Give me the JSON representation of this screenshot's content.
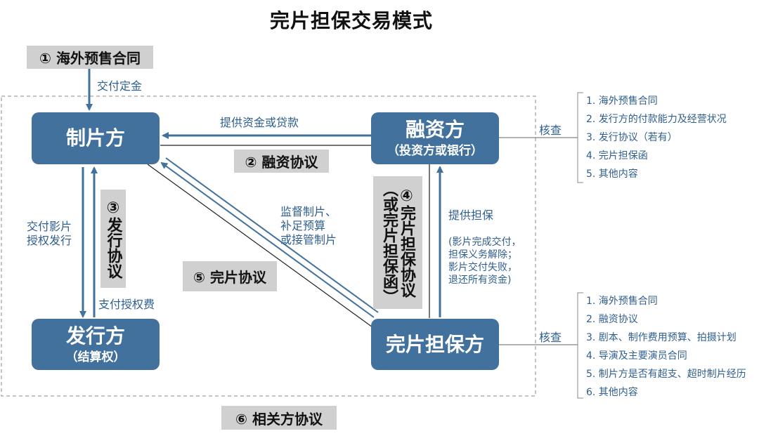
{
  "title": "完片担保交易模式",
  "nodes": {
    "producer": "制片方",
    "financier": "融资方",
    "financier_sub": "（投资方或银行）",
    "distributor": "发行方",
    "distributor_sub": "（结算权）",
    "guarantor": "完片担保方"
  },
  "agreements": {
    "a1": "① 海外预售合同",
    "a2": "② 融资协议",
    "a3": "③发行协议",
    "a4": "④完片担保协议（或完片担保函）",
    "a5": "⑤ 完片协议",
    "a6": "⑥ 相关方协议"
  },
  "flows": {
    "deposit": "交付定金",
    "provide_funds": "提供资金或贷款",
    "deliver_line1": "交付影片",
    "deliver_line2": "授权发行",
    "license_fee": "支付授权费",
    "supervise_line1": "监督制片、",
    "supervise_line2": "补足预算",
    "supervise_line3": "或接管制片",
    "guarantee": "提供担保",
    "guarantee_note": [
      "(影片完成交付，",
      "担保义务解除；",
      "影片交付失败，",
      "退还所有资金)"
    ]
  },
  "verify": {
    "label1": "核查",
    "list1": [
      "1. 海外预售合同",
      "2. 发行方的付款能力及经营状况",
      "3. 发行协议（若有）",
      "4. 完片担保函",
      "5. 其他内容"
    ],
    "label2": "核查",
    "list2": [
      "1. 海外预售合同",
      "2. 融资协议",
      "3. 剧本、制作费用预算、拍摄计划",
      "4. 导演及主要演员合同",
      "5. 制片方是否有超支、超时制片经历",
      "6. 其他内容"
    ]
  },
  "colors": {
    "node_fill": "#41719c",
    "arrow": "#41719c",
    "label_text": "#2f5f8f",
    "tag_fill": "#d0d0d0"
  }
}
